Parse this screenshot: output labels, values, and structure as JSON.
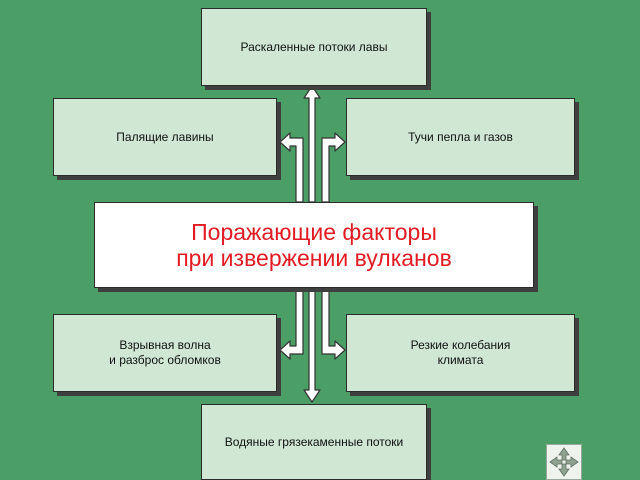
{
  "colors": {
    "background": "#4b9f66",
    "box_fill": "#cfe7d3",
    "center_fill": "#ffffff",
    "title_color": "#e31b23",
    "arrow_fill": "#ffffff",
    "arrow_stroke": "#333333"
  },
  "diagram": {
    "center_title": "Поражающие факторы\nпри извержении вулканов",
    "boxes": {
      "top": "Раскаленные потоки лавы",
      "upper_left": "Палящие лавины",
      "upper_right": "Тучи пепла и газов",
      "lower_left": "Взрывная волна\nи разброс обломков",
      "lower_right": "Резкие колебания\nклимата",
      "bottom": "Водяные грязекаменные потоки"
    }
  },
  "navigation": {
    "icon": "four-way-arrow-icon"
  }
}
